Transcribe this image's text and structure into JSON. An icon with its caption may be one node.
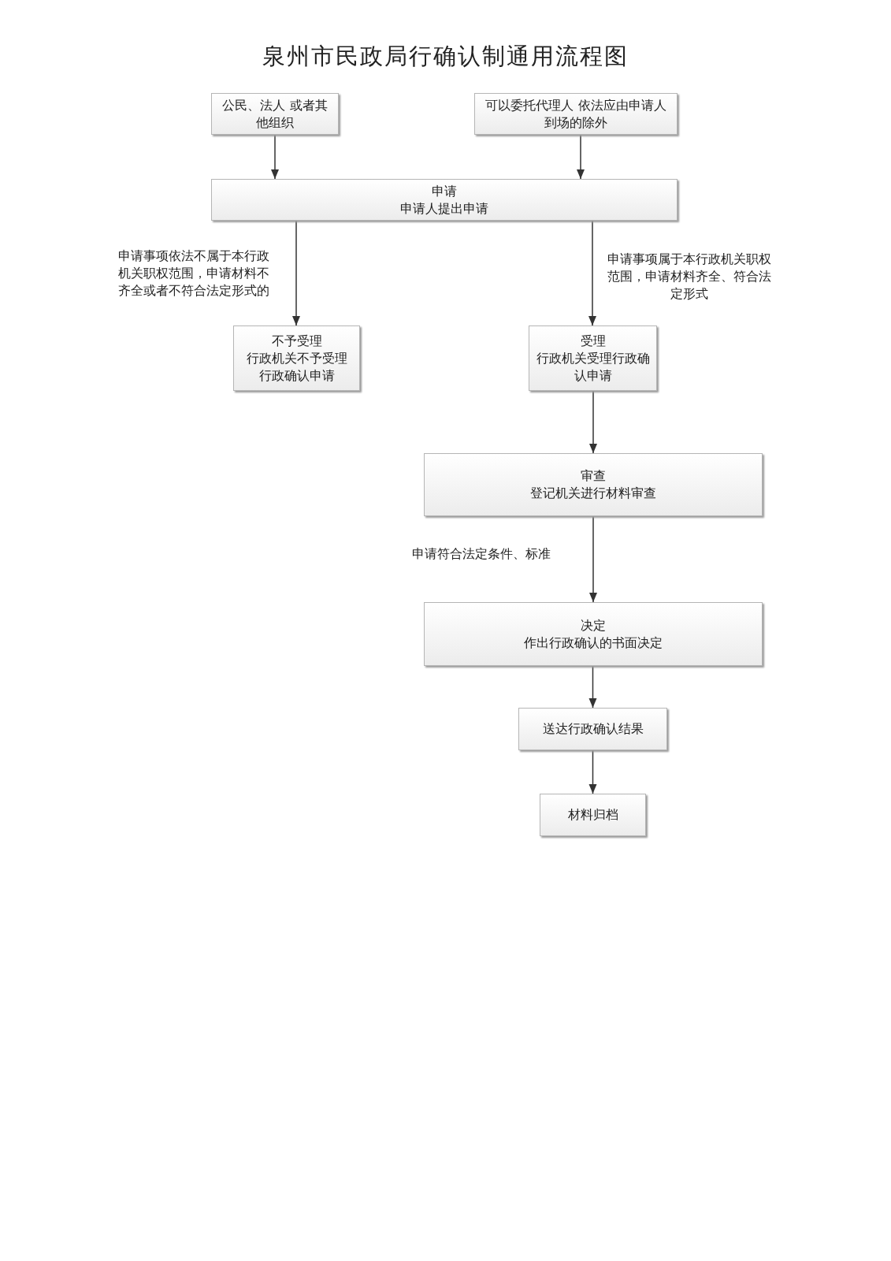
{
  "diagram": {
    "title": "泉州市民政局行确认制通用流程图",
    "nodes": [
      {
        "text": [
          "公民、法人 或者其他组织"
        ]
      },
      {
        "text": [
          "可以委托代理人 依法应由申请人到场的除外"
        ]
      },
      {
        "text": [
          "申请",
          "申请人提出申请"
        ]
      },
      {
        "text": [
          "不予受理",
          "行政机关不予受理行政确认申请"
        ]
      },
      {
        "text": [
          "受理",
          "行政机关受理行政确认申请"
        ]
      },
      {
        "text": [
          "审查",
          "登记机关进行材料审查"
        ]
      },
      {
        "text": [
          "决定",
          "作出行政确认的书面决定"
        ]
      },
      {
        "text": [
          "送达行政确认结果"
        ]
      },
      {
        "text": [
          "材料归档"
        ]
      }
    ],
    "edges": [
      {
        "from": 0,
        "to": 2,
        "arrow": "to"
      },
      {
        "from": 1,
        "to": 2,
        "arrow": "to"
      },
      {
        "from": 2,
        "to": 3,
        "arrow": "to",
        "label": "申请事项依法不属于本行政机关职权范围，申请材料不齐全或者不符合法定形式的"
      },
      {
        "from": 2,
        "to": 4,
        "arrow": "to",
        "label": "申请事项属于本行政机关职权范围，申请材料齐全、符合法定形式"
      },
      {
        "from": 4,
        "to": 5,
        "arrow": "to"
      },
      {
        "from": 5,
        "to": 6,
        "arrow": "to",
        "label": "申请符合法定条件、标准"
      },
      {
        "from": 6,
        "to": 7,
        "arrow": "to"
      },
      {
        "from": 7,
        "to": 8,
        "arrow": "to"
      }
    ]
  }
}
